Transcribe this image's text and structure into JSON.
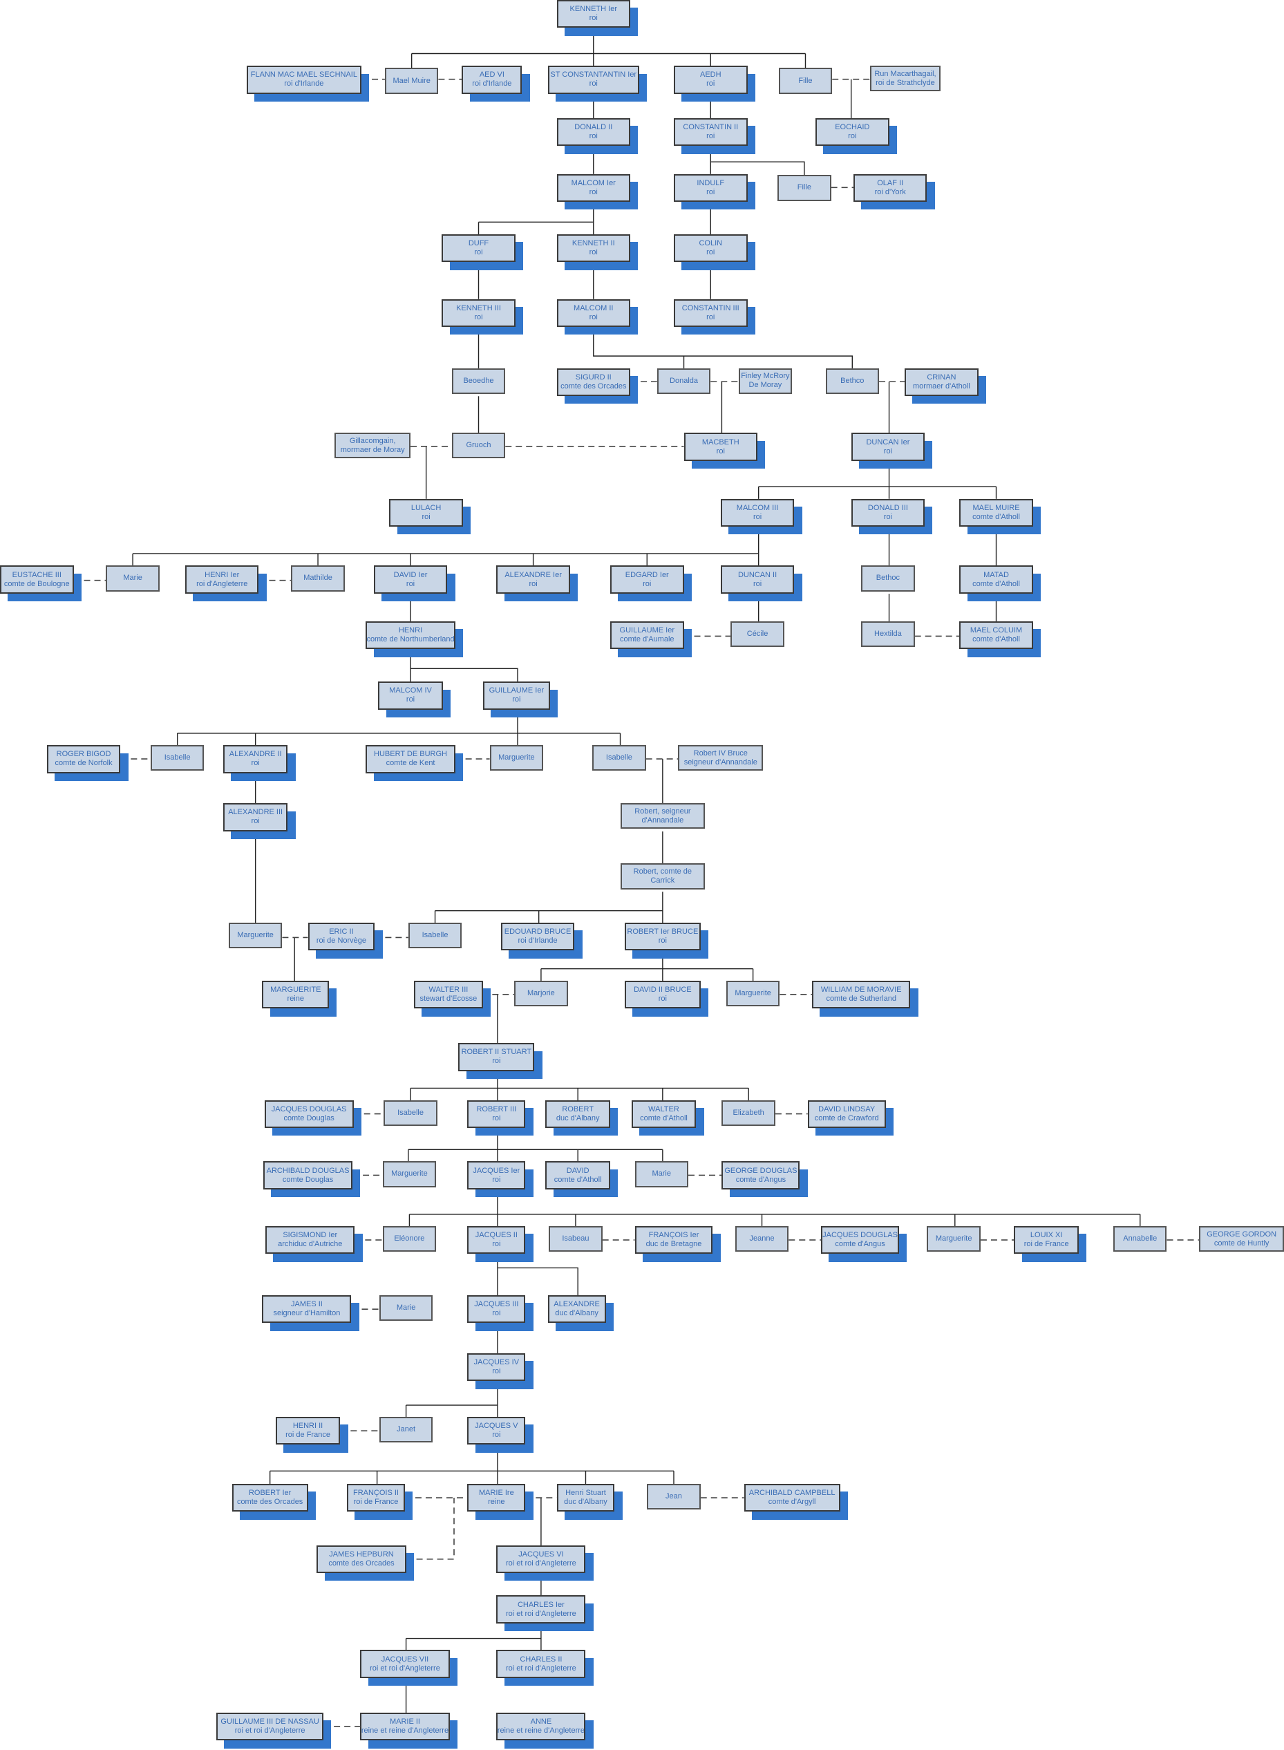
{
  "title": "Arbre généalogique des rois d'Écosse",
  "colors": {
    "box_fill": "#c9d6e6",
    "shadow": "#3377cc",
    "text": "#3a6db5",
    "line": "#222222"
  },
  "nodes": [
    {
      "name": "KENNETH Ier",
      "title": "roi"
    },
    {
      "name": "FLANN MAC MAEL SECHNAIL",
      "title": "roi d'Irlande"
    },
    {
      "name": "Mael Muire",
      "title": ""
    },
    {
      "name": "AED VI",
      "title": "roi d'Irlande"
    },
    {
      "name": "ST CONSTANTANTIN Ier",
      "title": "roi"
    },
    {
      "name": "AEDH",
      "title": "roi"
    },
    {
      "name": "Fille",
      "title": ""
    },
    {
      "name": "Run Macarthagail,",
      "title": "roi de Strathclyde"
    },
    {
      "name": "DONALD II",
      "title": "roi"
    },
    {
      "name": "CONSTANTIN II",
      "title": "roi"
    },
    {
      "name": "EOCHAID",
      "title": "roi"
    },
    {
      "name": "MALCOM Ier",
      "title": "roi"
    },
    {
      "name": "INDULF",
      "title": "roi"
    },
    {
      "name": "Fille",
      "title": ""
    },
    {
      "name": "OLAF II",
      "title": "roi d'York"
    },
    {
      "name": "DUFF",
      "title": "roi"
    },
    {
      "name": "KENNETH II",
      "title": "roi"
    },
    {
      "name": "COLIN",
      "title": "roi"
    },
    {
      "name": "KENNETH III",
      "title": "roi"
    },
    {
      "name": "MALCOM II",
      "title": "roi"
    },
    {
      "name": "CONSTANTIN III",
      "title": "roi"
    },
    {
      "name": "Beoedhe",
      "title": ""
    },
    {
      "name": "SIGURD II",
      "title": "comte des Orcades"
    },
    {
      "name": "Donalda",
      "title": ""
    },
    {
      "name": "Finley McRory",
      "title": "De Moray"
    },
    {
      "name": "Bethco",
      "title": ""
    },
    {
      "name": "CRINAN",
      "title": "mormaer d'Atholl"
    },
    {
      "name": "Gillacomgain,",
      "title": "mormaer de Moray"
    },
    {
      "name": "Gruoch",
      "title": ""
    },
    {
      "name": "MACBETH",
      "title": "roi"
    },
    {
      "name": "DUNCAN Ier",
      "title": "roi"
    },
    {
      "name": "LULACH",
      "title": "roi"
    },
    {
      "name": "MALCOM III",
      "title": "roi"
    },
    {
      "name": "DONALD III",
      "title": "roi"
    },
    {
      "name": "MAEL MUIRE",
      "title": "comte d'Atholl"
    },
    {
      "name": "EUSTACHE III",
      "title": "comte de Boulogne"
    },
    {
      "name": "Marie",
      "title": ""
    },
    {
      "name": "HENRI Ier",
      "title": "roi d'Angleterre"
    },
    {
      "name": "Mathilde",
      "title": ""
    },
    {
      "name": "DAVID Ier",
      "title": "roi"
    },
    {
      "name": "ALEXANDRE Ier",
      "title": "roi"
    },
    {
      "name": "EDGARD Ier",
      "title": "roi"
    },
    {
      "name": "DUNCAN II",
      "title": "roi"
    },
    {
      "name": "Bethoc",
      "title": ""
    },
    {
      "name": "MATAD",
      "title": "comte d'Atholl"
    },
    {
      "name": "HENRI",
      "title": "comte de Northumberland"
    },
    {
      "name": "GUILLAUME Ier",
      "title": "comte d'Aumale"
    },
    {
      "name": "Cécile",
      "title": ""
    },
    {
      "name": "Hextilda",
      "title": ""
    },
    {
      "name": "MAEL COLUIM",
      "title": "comte d'Atholl"
    },
    {
      "name": "MALCOM IV",
      "title": "roi"
    },
    {
      "name": "GUILLAUME Ier",
      "title": "roi"
    },
    {
      "name": "ROGER BIGOD",
      "title": "comte de Norfolk"
    },
    {
      "name": "Isabelle",
      "title": ""
    },
    {
      "name": "ALEXANDRE II",
      "title": "roi"
    },
    {
      "name": "HUBERT DE BURGH",
      "title": "comte de Kent"
    },
    {
      "name": "Marguerite",
      "title": ""
    },
    {
      "name": "Isabelle",
      "title": ""
    },
    {
      "name": "Robert IV Bruce",
      "title": "seigneur d'Annandale"
    },
    {
      "name": "ALEXANDRE III",
      "title": "roi"
    },
    {
      "name": "Robert, seigneur",
      "title": "d'Annandale"
    },
    {
      "name": "Robert, comte de",
      "title": "Carrick"
    },
    {
      "name": "Marguerite",
      "title": ""
    },
    {
      "name": "ERIC II",
      "title": "roi de Norvège"
    },
    {
      "name": "Isabelle",
      "title": ""
    },
    {
      "name": "EDOUARD BRUCE",
      "title": "roi d'Irlande"
    },
    {
      "name": "ROBERT Ier BRUCE",
      "title": "roi"
    },
    {
      "name": "MARGUERITE",
      "title": "reine"
    },
    {
      "name": "WALTER III",
      "title": "stewart d'Ecosse"
    },
    {
      "name": "Marjorie",
      "title": ""
    },
    {
      "name": "DAVID II BRUCE",
      "title": "roi"
    },
    {
      "name": "Marguerite",
      "title": ""
    },
    {
      "name": "WILLIAM DE MORAVIE",
      "title": "comte de Sutherland"
    },
    {
      "name": "ROBERT II STUART",
      "title": "roi"
    },
    {
      "name": "JACQUES DOUGLAS",
      "title": "comte Douglas"
    },
    {
      "name": "Isabelle",
      "title": ""
    },
    {
      "name": "ROBERT III",
      "title": "roi"
    },
    {
      "name": "ROBERT",
      "title": "duc d'Albany"
    },
    {
      "name": "WALTER",
      "title": "comte d'Atholl"
    },
    {
      "name": "Elizabeth",
      "title": ""
    },
    {
      "name": "DAVID LINDSAY",
      "title": "comte de Crawford"
    },
    {
      "name": "ARCHIBALD DOUGLAS",
      "title": "comte Douglas"
    },
    {
      "name": "Marguerite",
      "title": ""
    },
    {
      "name": "JACQUES Ier",
      "title": "roi"
    },
    {
      "name": "DAVID",
      "title": "comte d'Atholl"
    },
    {
      "name": "Marie",
      "title": ""
    },
    {
      "name": "GEORGE DOUGLAS",
      "title": "comte d'Angus"
    },
    {
      "name": "SIGISMOND Ier",
      "title": "archiduc d'Autriche"
    },
    {
      "name": "Eléonore",
      "title": ""
    },
    {
      "name": "JACQUES II",
      "title": "roi"
    },
    {
      "name": "Isabeau",
      "title": ""
    },
    {
      "name": "FRANÇOIS Ier",
      "title": "duc de Bretagne"
    },
    {
      "name": "Jeanne",
      "title": ""
    },
    {
      "name": "JACQUES DOUGLAS",
      "title": "comte d'Angus"
    },
    {
      "name": "Marguerite",
      "title": ""
    },
    {
      "name": "LOUIX XI",
      "title": "roi de France"
    },
    {
      "name": "Annabelle",
      "title": ""
    },
    {
      "name": "GEORGE GORDON",
      "title": "comte de Huntly"
    },
    {
      "name": "JAMES II",
      "title": "seigneur d'Hamilton"
    },
    {
      "name": "Marie",
      "title": ""
    },
    {
      "name": "JACQUES III",
      "title": "roi"
    },
    {
      "name": "ALEXANDRE",
      "title": "duc d'Albany"
    },
    {
      "name": "JACQUES IV",
      "title": "roi"
    },
    {
      "name": "HENRI II",
      "title": "roi de France"
    },
    {
      "name": "Janet",
      "title": ""
    },
    {
      "name": "JACQUES V",
      "title": "roi"
    },
    {
      "name": "ROBERT Ier",
      "title": "comte des Orcades"
    },
    {
      "name": "FRANÇOIS II",
      "title": "roi de France"
    },
    {
      "name": "MARIE Ire",
      "title": "reine"
    },
    {
      "name": "Henri Stuart",
      "title": "duc d'Albany"
    },
    {
      "name": "Jean",
      "title": ""
    },
    {
      "name": "ARCHIBALD CAMPBELL",
      "title": "comte d'Argyll"
    },
    {
      "name": "JAMES HEPBURN",
      "title": "comte des Orcades"
    },
    {
      "name": "JACQUES VI",
      "title": "roi et roi d'Angleterre"
    },
    {
      "name": "CHARLES Ier",
      "title": "roi et roi d'Angleterre"
    },
    {
      "name": "JACQUES VII",
      "title": "roi et roi d'Angleterre"
    },
    {
      "name": "CHARLES II",
      "title": "roi et roi d'Angleterre"
    },
    {
      "name": "GUILLAUME III DE NASSAU",
      "title": "roi et roi d'Angleterre"
    },
    {
      "name": "MARIE II",
      "title": "reine et reine d'Angleterre"
    },
    {
      "name": "ANNE",
      "title": "reine et reine d'Angleterre"
    }
  ]
}
